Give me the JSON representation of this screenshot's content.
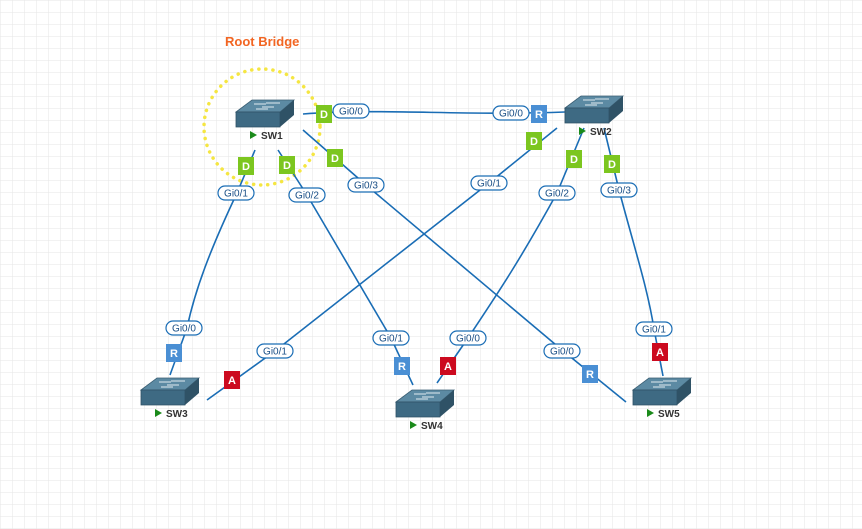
{
  "title": "Root Bridge",
  "colors": {
    "designated": "#7cc61f",
    "root": "#4a8fd4",
    "alternate": "#cc0a1f",
    "link": "#1a6db5",
    "root_bridge_ring": "#f5e642",
    "title": "#f26522"
  },
  "switches": [
    {
      "id": "SW1",
      "label": "SW1",
      "icon": "switch-icon"
    },
    {
      "id": "SW2",
      "label": "SW2",
      "icon": "switch-icon"
    },
    {
      "id": "SW3",
      "label": "SW3",
      "icon": "switch-icon"
    },
    {
      "id": "SW4",
      "label": "SW4",
      "icon": "switch-icon"
    },
    {
      "id": "SW5",
      "label": "SW5",
      "icon": "switch-icon"
    }
  ],
  "links": [
    {
      "a": "SW1",
      "a_port": "Gi0/0",
      "a_role": "D",
      "b": "SW2",
      "b_port": "Gi0/0",
      "b_role": "R"
    },
    {
      "a": "SW1",
      "a_port": "Gi0/1",
      "a_role": "D",
      "b": "SW3",
      "b_port": "Gi0/0",
      "b_role": "R"
    },
    {
      "a": "SW1",
      "a_port": "Gi0/2",
      "a_role": "D",
      "b": "SW4",
      "b_port": "Gi0/1",
      "b_role": "R"
    },
    {
      "a": "SW1",
      "a_port": "Gi0/3",
      "a_role": "D",
      "b": "SW5",
      "b_port": "Gi0/0",
      "b_role": "R"
    },
    {
      "a": "SW2",
      "a_port": "Gi0/1",
      "a_role": "D",
      "b": "SW3",
      "b_port": "Gi0/1",
      "b_role": "A"
    },
    {
      "a": "SW2",
      "a_port": "Gi0/2",
      "a_role": "D",
      "b": "SW4",
      "b_port": "Gi0/0",
      "b_role": "A"
    },
    {
      "a": "SW2",
      "a_port": "Gi0/3",
      "a_role": "D",
      "b": "SW5",
      "b_port": "Gi0/1",
      "b_role": "A"
    }
  ]
}
